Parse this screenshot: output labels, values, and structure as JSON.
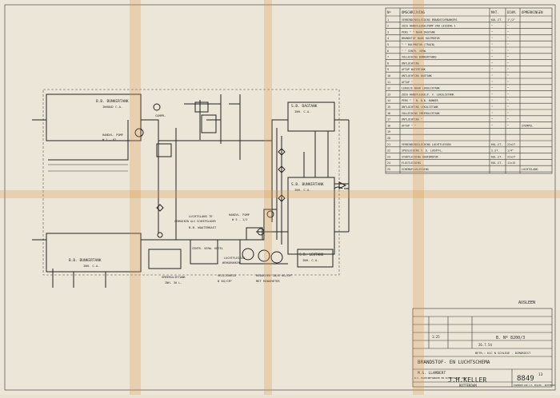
{
  "parts_list": {
    "headers": [
      "Nº",
      "OMSCHRIJVING",
      "MAT.",
      "DIAM.",
      "OPMERKINGEN"
    ],
    "rows": [
      [
        "1",
        "VERBINDINGSLEIDING BRANDSTOFBUNKERS",
        "KOL.ST.",
        "1\"/2\"",
        ""
      ],
      [
        "2",
        "ZUIG HANDVLEUGELPOMP VAN LEIDING 1",
        "\"",
        "\"",
        ""
      ],
      [
        "3",
        "PERS \"  \"  NAAR DAGTANK",
        "\"",
        "\"",
        ""
      ],
      [
        "4",
        "BRANDSTOF NAAR HULPMOTOR",
        "\"",
        "\"",
        ""
      ],
      [
        "5",
        "\" \" HULPMOTOR (TRAIN)",
        "\"",
        "\"",
        ""
      ],
      [
        "6",
        "\" \" CENTR. VERW.",
        "\"",
        "\"",
        ""
      ],
      [
        "7",
        "VULLEIDING BUNKERTANKS",
        "\"",
        "\"",
        ""
      ],
      [
        "8",
        "ONTLUCHTING",
        "\"",
        "\"",
        ""
      ],
      [
        "9",
        "AFTAP WATERTANK",
        "\"",
        "\"",
        ""
      ],
      [
        "10",
        "ONTLUCHTING DAGTANK",
        "\"",
        "\"",
        ""
      ],
      [
        "11",
        "AFTAP \"",
        "\"",
        "\"",
        ""
      ],
      [
        "12",
        "LEKOLIE NAAR LEKOLIETANK",
        "\"",
        "\"",
        ""
      ],
      [
        "13",
        "ZUIG HANDVLEUGELP. V. LEKOLIETANK",
        "\"",
        "\"",
        ""
      ],
      [
        "14",
        "PERS \"  \"  N. B.B. BUNKER",
        "\"",
        "\"",
        ""
      ],
      [
        "15",
        "ONTLUCHTING LEKOLIETANK",
        "\"",
        "\"",
        ""
      ],
      [
        "16",
        "VULLEIDING SMEEROLIETANK",
        "\"",
        "\"",
        ""
      ],
      [
        "17",
        "ONTLUCHTING \"",
        "\"",
        "\"",
        ""
      ],
      [
        "18",
        "AFTAP \"  \"",
        "\"",
        "\"",
        "STEMPEL"
      ],
      [
        "19",
        "",
        "",
        "",
        ""
      ],
      [
        "20",
        "",
        "",
        "",
        ""
      ],
      [
        "21",
        "VERBINDINGSLEIDING LUCHTFLESSEN",
        "KOL.ST.",
        "22x27",
        ""
      ],
      [
        "22",
        "SPUILEIDING V. D. LUCHTFL.",
        "S.ST.",
        "1/4\"",
        ""
      ],
      [
        "23",
        "STARTLEIDING HOOFDMOTOR",
        "KOL.ST.",
        "22x27",
        ""
      ],
      [
        "24",
        "FLUITLEIDING",
        "KOL.ST.",
        "11x15",
        ""
      ],
      [
        "25",
        "SCHEMAFLASLEIDING",
        "",
        "",
        "LUCHTSLANG"
      ]
    ]
  },
  "labels": {
    "bb_bunker_top": "B.B. BUNKERTANK",
    "bb_bunker_top_cap": "INHOUD C.A.",
    "sb_dagtank": "S.B. DAGTANK",
    "sb_dagtank_cap": "INH. C.A.",
    "compr": "COMPR.",
    "handvl_pomp": "HANDVL. POMP",
    "handvl_pomp_cap": "W 1 - 62",
    "sb_bunker": "S.B. BUNKERTANK",
    "sb_bunker_cap": "INH. C.A.",
    "luchtslang": "LUCHTSLANG TE",
    "luchtslang2": "GEBRUIKEN ALS SCHEEPSLADER",
    "waterkast": "B.B. WAATERKAST",
    "handvl_pomp2": "HANDVL. POMP",
    "handvl_pomp2_cap": "W 5 - 1/2",
    "bb_bunker_bottom": "B.B. BUNKERTANK",
    "bb_bunker_bottom_cap": "INH. C.A.",
    "centr_verw": "CENTR. VERW. KETEL",
    "luchtfl": "LUCHTFLESSEN",
    "luchtfl2": "WERKDRUKKEN",
    "sb_lektank": "S.B. LEKTANK",
    "sb_lektank_cap": "INH. C.A.",
    "smeerolie": "SMEEROLIETANK",
    "smeerolie_cap": "INH. 30 L.",
    "veiligheid": "VEILIGHEID",
    "veiligheid_val": "8 KG/CM²",
    "reduceer": "REDUCEER  30/8 KG/CM²",
    "manometer": "MET MANOMETER"
  },
  "title_block": {
    "scale": "1:25",
    "drawing_number": "B. Nº 8200/3",
    "ref": "BETR.: KIC N SCHLEGE - DIMORDIST",
    "title": "BRANDSTOF- EN LUCHTSCHEMA",
    "ship": "M.S. LLAMBERT",
    "company_line": "N.V. MACHINEFABRIEK EN SCHEEPSWERF VAN",
    "company": "J.H.KELLER",
    "city": "ROTTERDAM",
    "sheet_no": "8849",
    "sheet_suffix": "13",
    "stamp": "AUSLEEN",
    "date": "26.7.54",
    "footer": "EIGENDOM VAN J.H. KELLER - ROTTERDAM"
  }
}
